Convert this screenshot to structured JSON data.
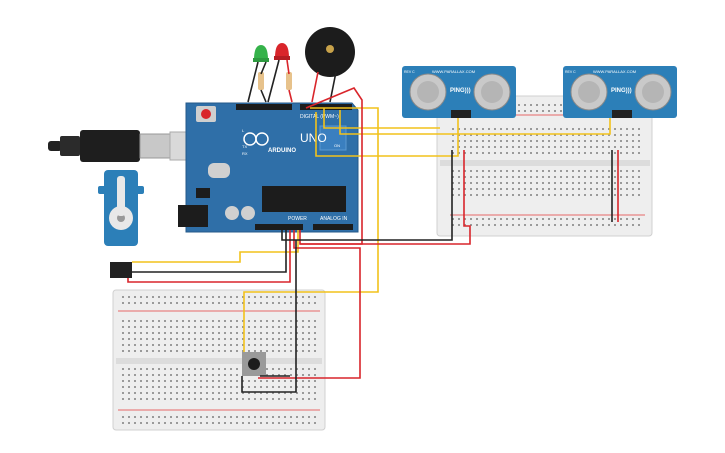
{
  "colors": {
    "board": "#2f6fa8",
    "board_dark": "#245a8a",
    "wire_red": "#d9252b",
    "wire_black": "#222222",
    "wire_yellow": "#f2c21b",
    "breadboard": "#f0f0f0",
    "sensor": "#2c7fb8",
    "led_green": "#35b24a",
    "led_red": "#d9252b"
  },
  "arduino": {
    "brand": "ARDUINO",
    "model": "UNO",
    "digital_label": "DIGITAL (PWM~)",
    "analog_label": "ANALOG IN",
    "power_label": "POWER",
    "tx_label": "TX",
    "rx_label": "RX",
    "l_label": "L",
    "on_label": "ON"
  },
  "sensors": {
    "left": {
      "site": "WWW.PARALLAX.COM",
      "brand": "PING)))",
      "rev": "REV C"
    },
    "right": {
      "site": "WWW.PARALLAX.COM",
      "brand": "PING)))",
      "rev": "REV C"
    }
  },
  "icons": {
    "usb": "usb-cable-icon",
    "servo": "servo-motor-icon",
    "buzzer": "piezo-buzzer-icon",
    "button": "pushbutton-icon"
  }
}
